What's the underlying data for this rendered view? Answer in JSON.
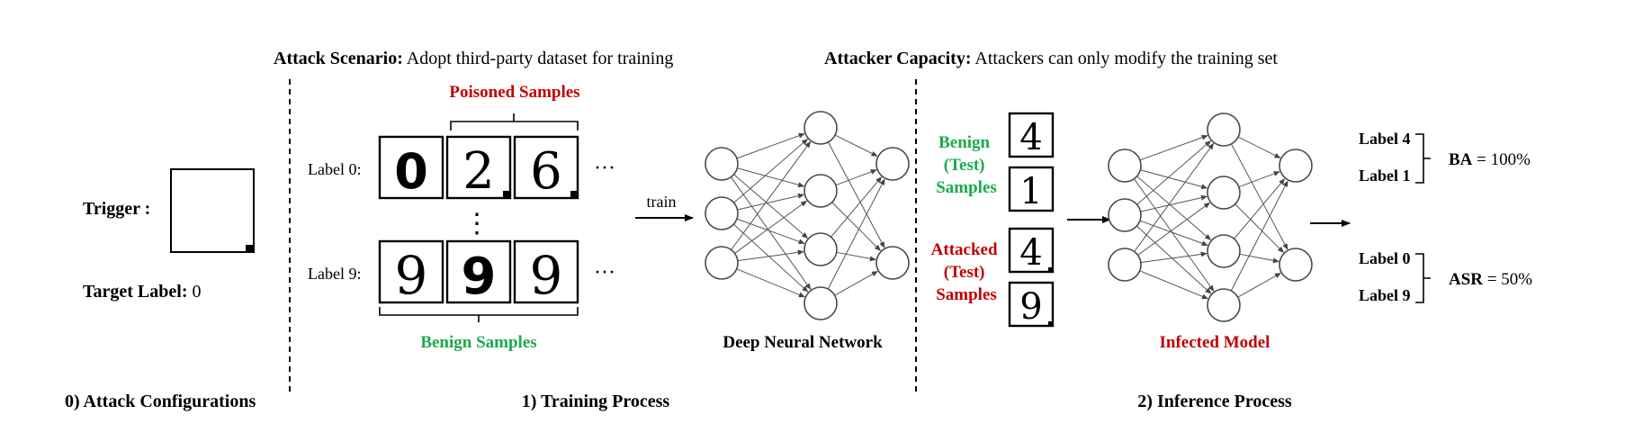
{
  "configs": {
    "trigger_label": "Trigger :",
    "target_label_prefix": "Target Label:",
    "target_label_value": "0",
    "section_title": "0) Attack Configurations"
  },
  "training": {
    "scenario_prefix": "Attack Scenario:",
    "scenario_text": "Adopt third-party dataset for training",
    "poisoned_label": "Poisoned Samples",
    "benign_label": "Benign Samples",
    "row0_label": "Label 0:",
    "row9_label": "Label 9:",
    "row0_digits": [
      "0",
      "2",
      "6"
    ],
    "row9_digits": [
      "9",
      "9",
      "9"
    ],
    "ellipsis": "···",
    "vdots": "⋮",
    "train_label": "train",
    "dnn_label": "Deep Neural Network",
    "section_title": "1) Training Process"
  },
  "inference": {
    "capacity_prefix": "Attacker Capacity:",
    "capacity_text": "Attackers can only modify the training set",
    "benign_samples": [
      "Benign",
      "(Test)",
      "Samples"
    ],
    "attacked_samples": [
      "Attacked",
      "(Test)",
      "Samples"
    ],
    "test_digits": [
      "4",
      "1",
      "4",
      "9"
    ],
    "infected_label": "Infected Model",
    "section_title": "2) Inference Process",
    "outputs": {
      "label_4": "Label 4",
      "label_1": "Label 1",
      "label_0": "Label 0",
      "label_9": "Label 9",
      "ba_prefix": "BA",
      "ba_value": "= 100%",
      "asr_prefix": "ASR",
      "asr_value": "= 50%"
    }
  },
  "colors": {
    "red": "#c00000",
    "green": "#1aaa4a"
  }
}
